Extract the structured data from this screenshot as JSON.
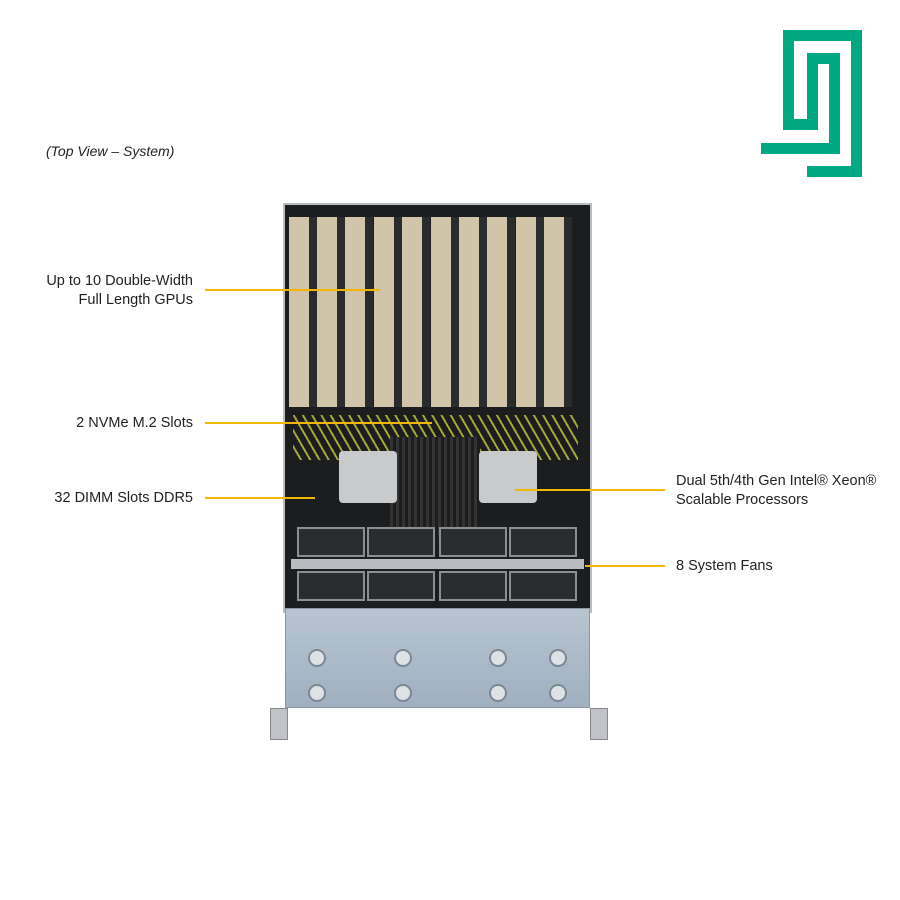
{
  "caption": "(Top View – System)",
  "logo": {
    "name": "hpe-logo-icon",
    "color": "#01A982"
  },
  "accent_color": "#F2B705",
  "callouts": {
    "gpus": [
      "Up to 10 Double-Width",
      "Full Length GPUs"
    ],
    "nvme": "2 NVMe M.2 Slots",
    "dimm": "32 DIMM Slots DDR5",
    "cpu": [
      "Dual 5th/4th Gen Intel® Xeon®",
      "Scalable Processors"
    ],
    "fans": "8 System Fans"
  }
}
